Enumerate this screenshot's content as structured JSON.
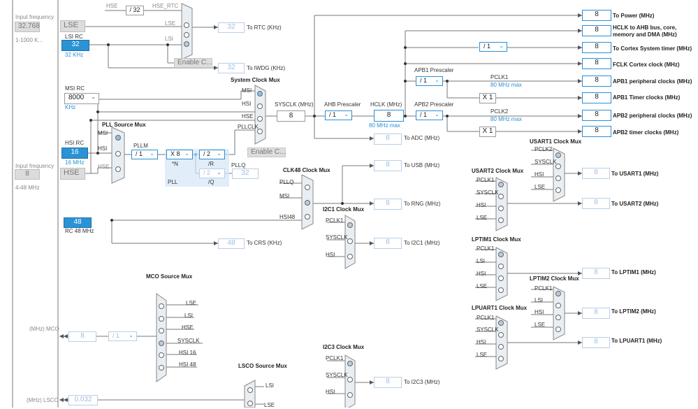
{
  "left_panel": {
    "lse_input_freq_label": "Input frequency",
    "lse_input_freq_value": "32.768",
    "lse_range": "1-1000 K...",
    "hse_input_freq_label": "Input frequency",
    "hse_input_freq_value": "8",
    "hse_range": "4-48 MHz",
    "lsi_rc_label": "LSI RC",
    "lsi_rc_value": "32",
    "lsi_rc_freq": "32 KHz",
    "lse_label": "LSE",
    "hse_label": "HSE",
    "msi_rc_label": "MSI RC",
    "msi_value": "8000",
    "msi_unit": "KHz",
    "hsi_rc_label": "HSI RC",
    "hsi_value": "16",
    "hsi_freq": "16 MHz",
    "rc48_value": "48",
    "rc48_label": "RC 48 MHz"
  },
  "rtc": {
    "hse_top": "HSE",
    "div32": "/ 32",
    "hse_rtc_top": "HSE_RTC",
    "lse": "LSE",
    "lsi": "LSI",
    "value": "32",
    "label": "To RTC (KHz)",
    "enable_css": "Enable C...",
    "iwdg_value": "32",
    "iwdg_label": "To IWDG (KHz)"
  },
  "sysclk_mux": {
    "title": "System Clock Mux",
    "msi": "MSI",
    "hsi": "HSI",
    "hse": "HSE",
    "pllclk": "PLLCLK",
    "enable_css": "Enable C..."
  },
  "pll": {
    "title": "PLL Source Mux",
    "msi": "MSI",
    "hsi": "HSI",
    "hse": "HSE",
    "pllm_label": "PLLM",
    "pllm_value": "/ 1",
    "n_value": "X 8",
    "n_label": "*N",
    "r_value": "/ 2",
    "r_label": "/R",
    "q_value": "/ 2",
    "q_label": "/Q",
    "pll_label": "PLL",
    "pllq_label": "PLLQ",
    "pllq_value": "32"
  },
  "main": {
    "sysclk_label": "SYSCLK (MHz)",
    "sysclk_value": "8",
    "ahb_label": "AHB Prescaler",
    "ahb_value": "/ 1",
    "hclk_label": "HCLK (MHz)",
    "hclk_value": "8",
    "hclk_max": "80 MHz max",
    "apb1_label": "APB1 Prescaler",
    "apb1_value": "/ 1",
    "pclk1_label": "PCLK1",
    "pclk1_max": "80 MHz max",
    "apb2_label": "APB2 Prescaler",
    "apb2_value": "/ 1",
    "pclk2_label": "PCLK2",
    "pclk2_max": "80 MHz max",
    "cortex_div": "/ 1",
    "x1_a": "X 1",
    "x1_b": "X 1",
    "adc_value": "8",
    "adc_label": "To ADC (MHz)"
  },
  "outputs": [
    {
      "value": "8",
      "label": "To Power (MHz)"
    },
    {
      "value": "8",
      "label": "HCLK to AHB bus, core, memory and DMA (MHz)"
    },
    {
      "value": "8",
      "label": "To Cortex System timer (MHz)"
    },
    {
      "value": "8",
      "label": "FCLK Cortex clock (MHz)"
    },
    {
      "value": "8",
      "label": "APB1 peripheral clocks (MHz)"
    },
    {
      "value": "8",
      "label": "APB1 Timer clocks (MHz)"
    },
    {
      "value": "8",
      "label": "APB2 peripheral clocks (MHz)"
    },
    {
      "value": "8",
      "label": "APB2 timer clocks (MHz)"
    }
  ],
  "clk48": {
    "title": "CLK48 Clock Mux",
    "pllq": "PLLQ",
    "msi": "MSI",
    "hsi48": "HSI48",
    "usb_value": "8",
    "usb_label": "To USB (MHz)",
    "rng_value": "8",
    "rng_label": "To RNG (MHz)",
    "crs_value": "48",
    "crs_label": "To CRS (KHz)"
  },
  "i2c1": {
    "title": "I2C1 Clock Mux",
    "in1": "PCLK1",
    "in2": "SYSCLK",
    "in3": "HSI",
    "value": "8",
    "label": "To I2C1 (MHz)"
  },
  "i2c3": {
    "title": "I2C3 Clock Mux",
    "in1": "PCLK1",
    "in2": "SYSCLK",
    "in3": "HSI",
    "value": "8",
    "label": "To I2C3 (MHz)"
  },
  "usart1": {
    "title": "USART1 Clock Mux",
    "in1": "PCLK2",
    "in2": "SYSCLK",
    "in3": "HSI",
    "in4": "LSE",
    "value": "8",
    "label": "To USART1 (MHz)"
  },
  "usart2": {
    "title": "USART2 Clock Mux",
    "in1": "PCLK1",
    "in2": "SYSCLK",
    "in3": "HSI",
    "in4": "LSE",
    "value": "8",
    "label": "To USART2 (MHz)"
  },
  "lptim1": {
    "title": "LPTIM1 Clock Mux",
    "in1": "PCLK1",
    "in2": "LSI",
    "in3": "HSI",
    "in4": "LSE",
    "value": "8",
    "label": "To LPTIM1 (MHz)"
  },
  "lptim2": {
    "title": "LPTIM2 Clock Mux",
    "in1": "PCLK1",
    "in2": "LSI",
    "in3": "HSI",
    "in4": "LSE",
    "value": "8",
    "label": "To LPTIM2 (MHz)"
  },
  "lpuart1": {
    "title": "LPUART1 Clock Mux",
    "in1": "PCLK1",
    "in2": "SYSCLK",
    "in3": "HSI",
    "in4": "LSE",
    "value": "8",
    "label": "To LPUART1 (MHz)"
  },
  "mco": {
    "title": "MCO Source Mux",
    "in1": "LSE",
    "in2": "LSI",
    "in3": "HSE",
    "in4": "SYSCLK",
    "in5": "HSI 16",
    "in6": "HSI 48",
    "out_label": "(MHz) MCO",
    "value": "8",
    "div": "/ 1"
  },
  "lsco": {
    "title": "LSCO Source Mux",
    "in1": "LSI",
    "in2": "LSE",
    "out_label": "(MHz) LSCO",
    "value": "0.032"
  },
  "colors": {
    "accent": "#2a8fd6",
    "fill": "#2a93d5",
    "wire": "#666666"
  }
}
